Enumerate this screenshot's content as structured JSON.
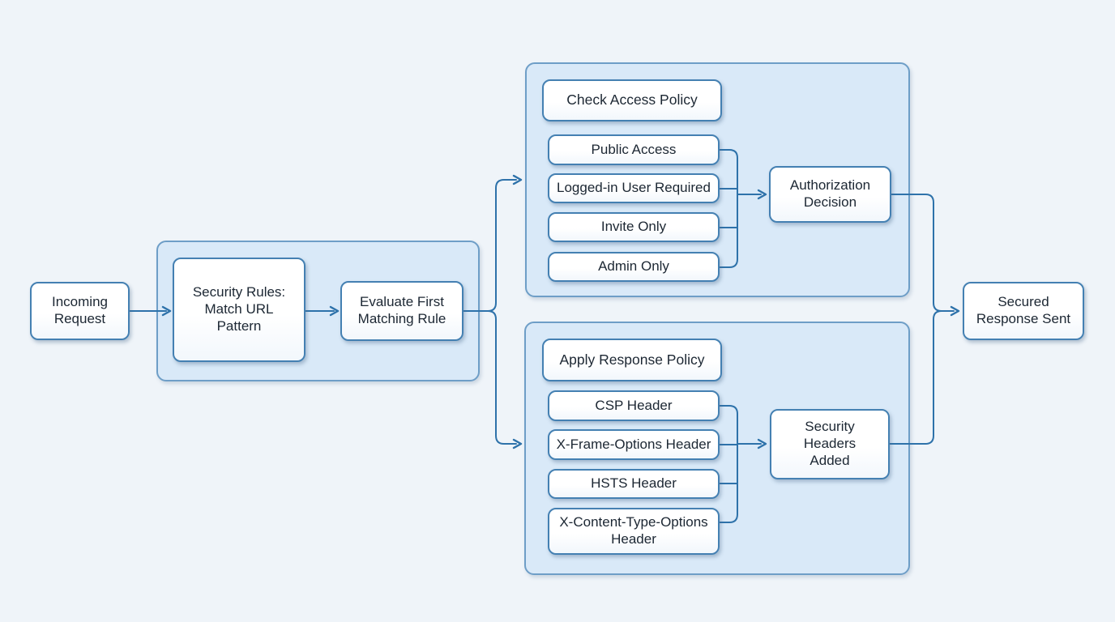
{
  "colors": {
    "background": "#eff4f9",
    "group_fill": "#d9e9f8",
    "group_border": "#6e9ec7",
    "node_fill": "#ffffff",
    "node_border": "#4480b2",
    "connector": "#2e72aa",
    "text": "#1c2733"
  },
  "nodes": {
    "incoming_request": {
      "label": "Incoming\nRequest"
    },
    "security_rules": {
      "label": "Security Rules:\nMatch URL\nPattern"
    },
    "evaluate_first": {
      "label": "Evaluate First\nMatching Rule"
    },
    "check_access_policy": {
      "label": "Check Access Policy"
    },
    "public_access": {
      "label": "Public Access"
    },
    "logged_in_user_required": {
      "label": "Logged-in User Required"
    },
    "invite_only": {
      "label": "Invite Only"
    },
    "admin_only": {
      "label": "Admin Only"
    },
    "authorization_decision": {
      "label": "Authorization\nDecision"
    },
    "apply_response_policy": {
      "label": "Apply Response Policy"
    },
    "csp_header": {
      "label": "CSP Header"
    },
    "x_frame_options_header": {
      "label": "X-Frame-Options Header"
    },
    "hsts_header": {
      "label": "HSTS Header"
    },
    "x_content_type_options_header": {
      "label": "X-Content-Type-Options\nHeader"
    },
    "security_headers_added": {
      "label": "Security\nHeaders\nAdded"
    },
    "secured_response_sent": {
      "label": "Secured\nResponse Sent"
    }
  },
  "edges": [
    {
      "from": "incoming_request",
      "to": "security_rules"
    },
    {
      "from": "security_rules",
      "to": "evaluate_first"
    },
    {
      "from": "evaluate_first",
      "to": "access_policy_group"
    },
    {
      "from": "evaluate_first",
      "to": "response_policy_group"
    },
    {
      "from": "public_access",
      "to": "authorization_decision"
    },
    {
      "from": "logged_in_user_required",
      "to": "authorization_decision"
    },
    {
      "from": "invite_only",
      "to": "authorization_decision"
    },
    {
      "from": "admin_only",
      "to": "authorization_decision"
    },
    {
      "from": "csp_header",
      "to": "security_headers_added"
    },
    {
      "from": "x_frame_options_header",
      "to": "security_headers_added"
    },
    {
      "from": "hsts_header",
      "to": "security_headers_added"
    },
    {
      "from": "x_content_type_options_header",
      "to": "security_headers_added"
    },
    {
      "from": "authorization_decision",
      "to": "secured_response_sent"
    },
    {
      "from": "security_headers_added",
      "to": "secured_response_sent"
    }
  ]
}
